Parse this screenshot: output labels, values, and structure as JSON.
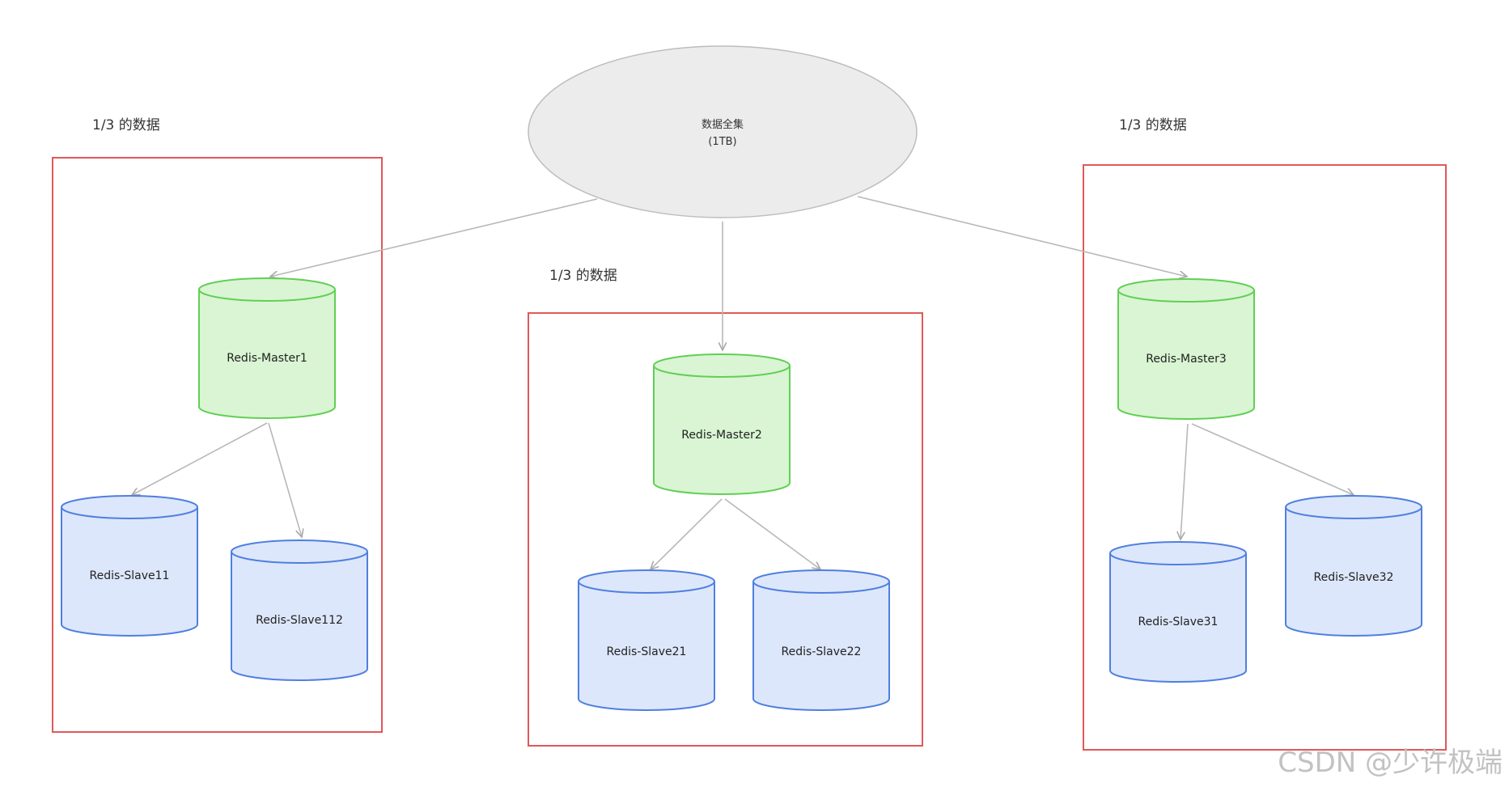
{
  "root": {
    "line1": "数据全集",
    "line2": "(1TB)"
  },
  "groups": [
    {
      "label": "1/3 的数据",
      "master": "Redis-Master1",
      "slaves": [
        "Redis-Slave11",
        "Redis-Slave112"
      ]
    },
    {
      "label": "1/3 的数据",
      "master": "Redis-Master2",
      "slaves": [
        "Redis-Slave21",
        "Redis-Slave22"
      ]
    },
    {
      "label": "1/3 的数据",
      "master": "Redis-Master3",
      "slaves": [
        "Redis-Slave31",
        "Redis-Slave32"
      ]
    }
  ],
  "watermark": "CSDN @少许极端",
  "colors": {
    "root_fill": "#ececec",
    "root_stroke": "#bdbdbd",
    "master_fill": "#d9f5d3",
    "master_stroke": "#62cf55",
    "slave_fill": "#dde7fb",
    "slave_stroke": "#4f7fe0",
    "box_stroke": "#e15858",
    "arrow": "#b8b8b8"
  }
}
